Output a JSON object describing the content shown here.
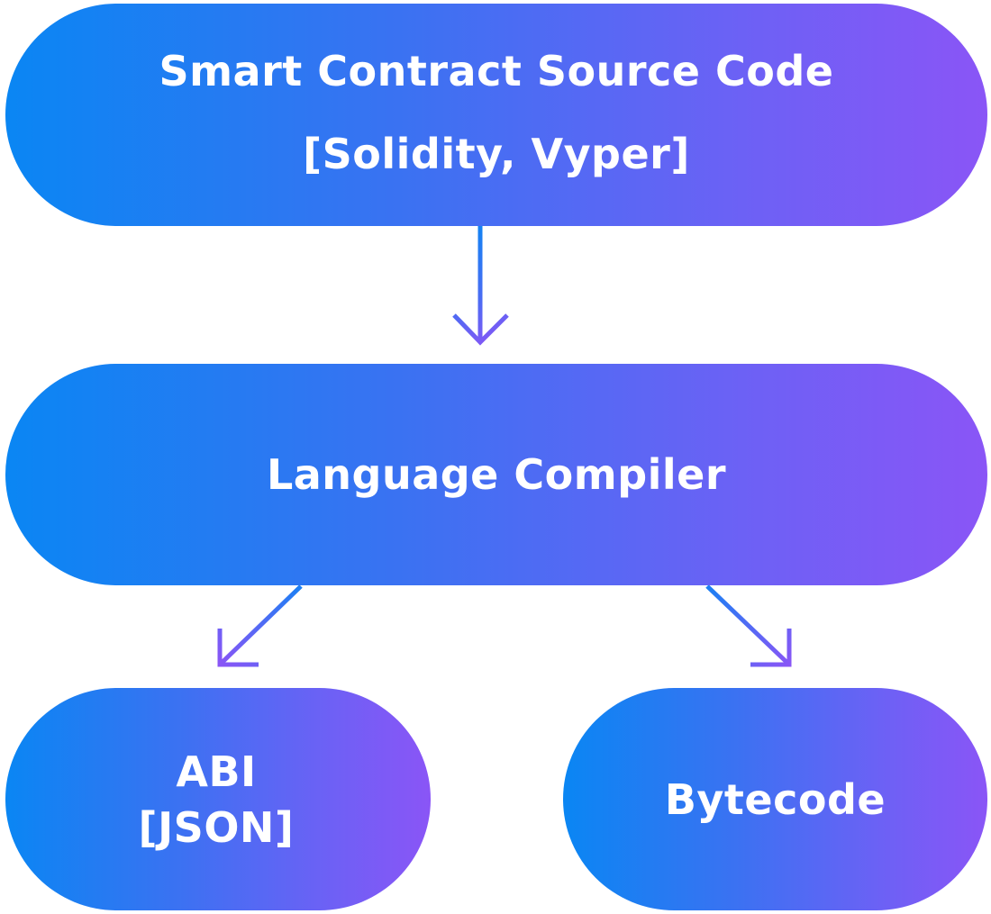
{
  "diagram": {
    "source": {
      "line1": "Smart Contract Source Code",
      "line2": "[Solidity, Vyper]"
    },
    "compiler": {
      "label": "Language Compiler"
    },
    "abi": {
      "line1": "ABI",
      "line2": "[JSON]"
    },
    "bytecode": {
      "label": "Bytecode"
    }
  },
  "colors": {
    "gradient_start": "#0A86F3",
    "gradient_end": "#8A55F6",
    "text": "#FFFFFF",
    "background": "#FFFFFF"
  }
}
